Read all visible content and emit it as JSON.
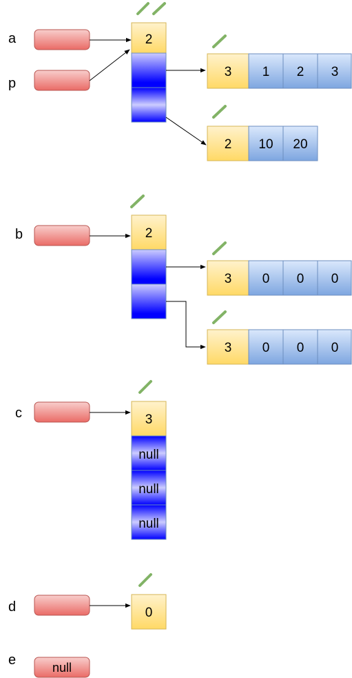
{
  "variables": {
    "a": "a",
    "p": "p",
    "b": "b",
    "c": "c",
    "d": "d",
    "e": "e",
    "e_value": "null"
  },
  "groupA": {
    "outer_length": "2",
    "row1": {
      "length": "3",
      "values": [
        "1",
        "2",
        "3"
      ]
    },
    "row2": {
      "length": "2",
      "values": [
        "10",
        "20"
      ]
    }
  },
  "groupB": {
    "outer_length": "2",
    "row1": {
      "length": "3",
      "values": [
        "0",
        "0",
        "0"
      ]
    },
    "row2": {
      "length": "3",
      "values": [
        "0",
        "0",
        "0"
      ]
    }
  },
  "groupC": {
    "length": "3",
    "slots": [
      "null",
      "null",
      "null"
    ]
  },
  "groupD": {
    "length": "0"
  },
  "colors": {
    "variable_box": "#ea6b66",
    "length_cell": "#ffd966",
    "element_cell": "#7ea6e0",
    "reference_slot": "#0000ff",
    "object_mark": "#82b366"
  }
}
